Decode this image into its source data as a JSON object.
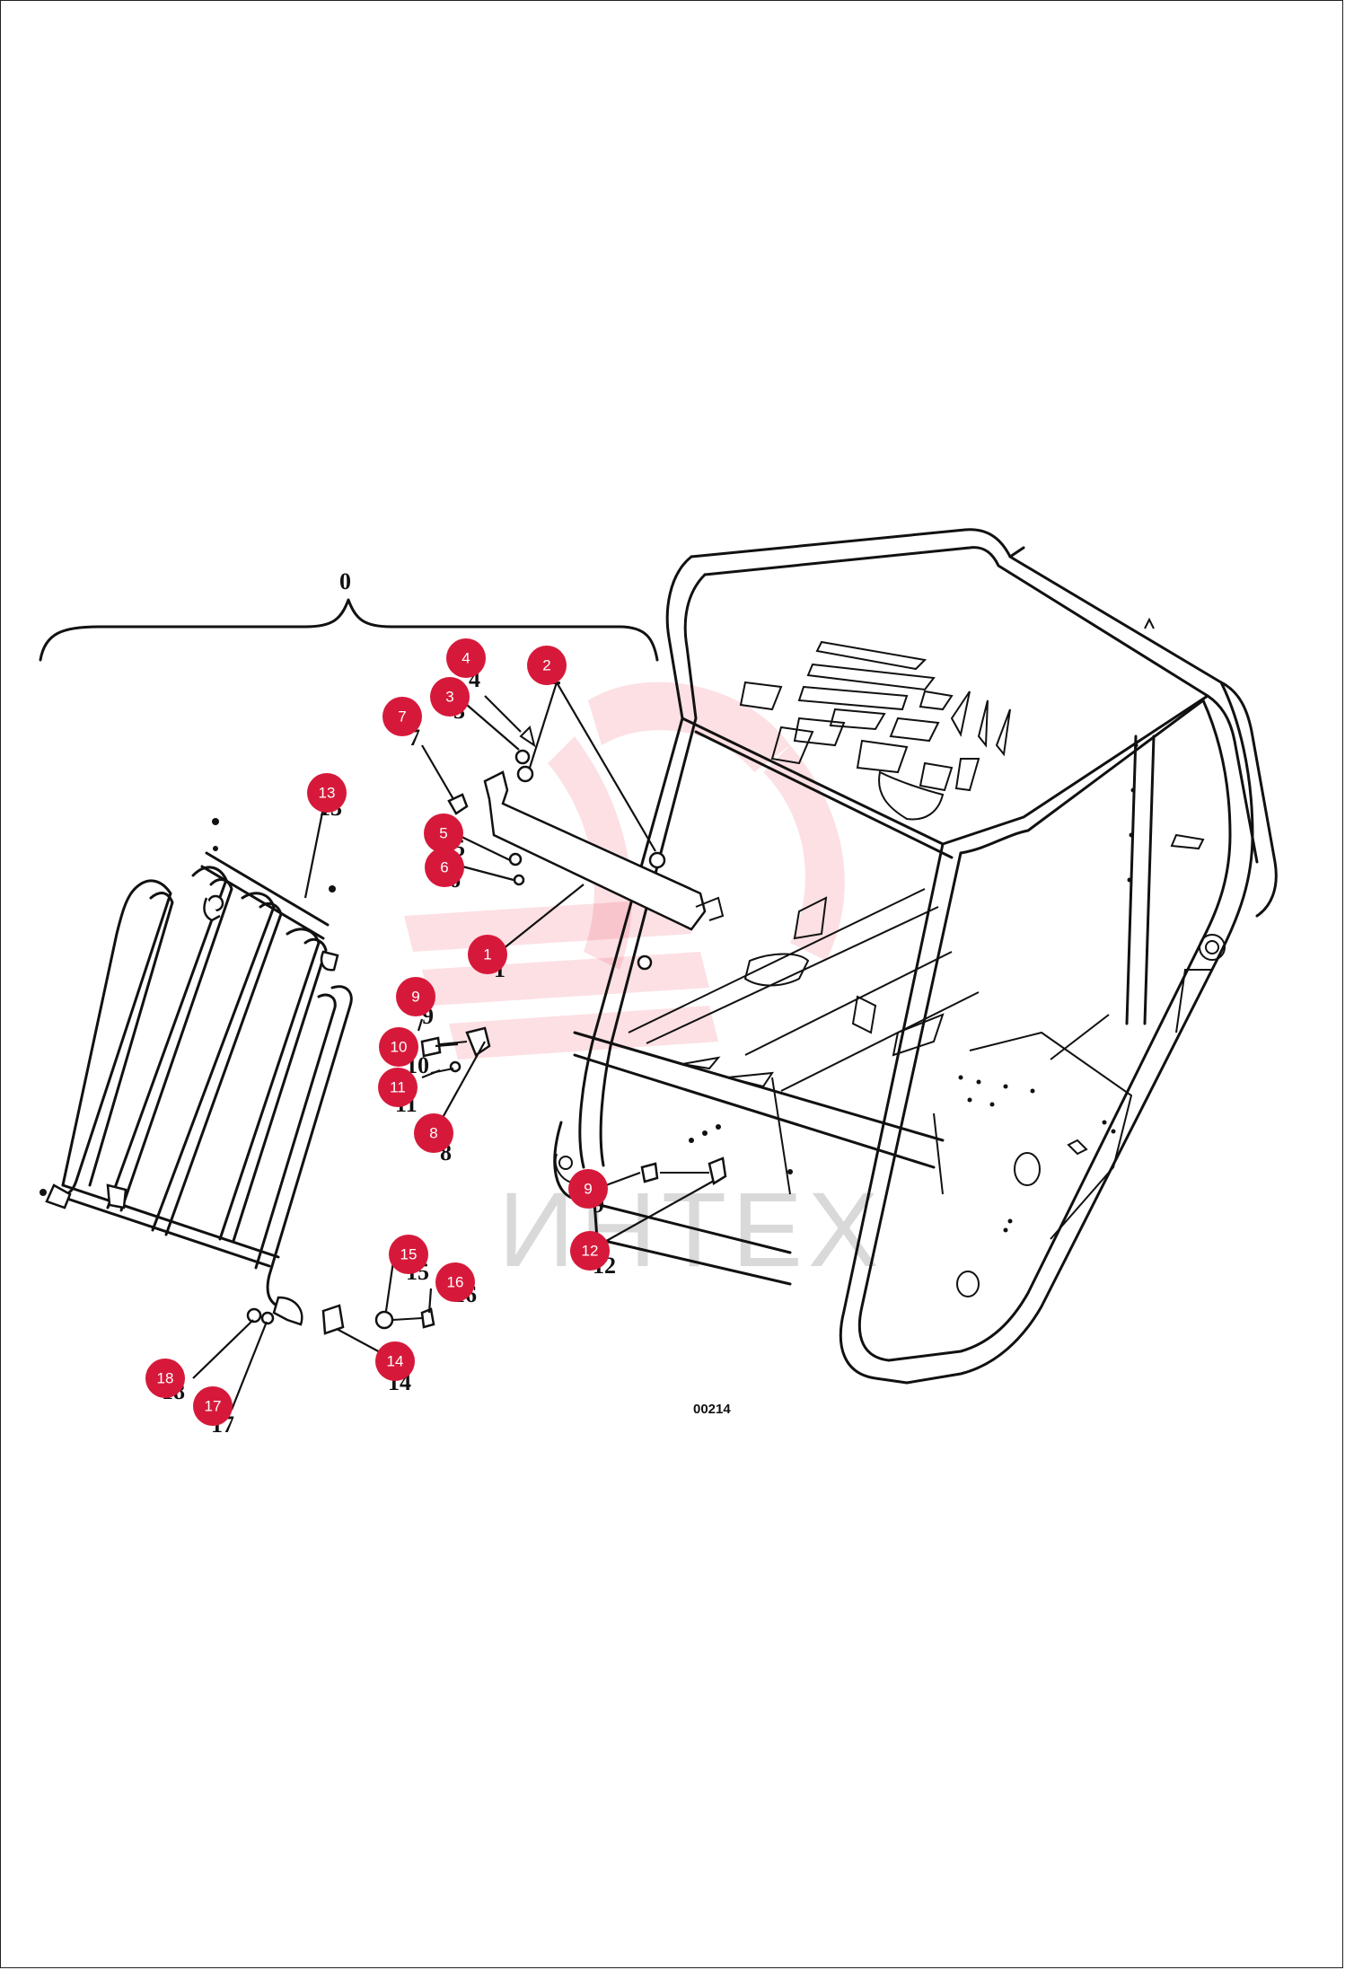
{
  "assembly_label": "0",
  "drawing_code": "00214",
  "watermark_text": "ИНТЕХ",
  "accent_color": "#d6193a",
  "callouts": [
    "1",
    "2",
    "3",
    "4",
    "5",
    "6",
    "7",
    "8",
    "9",
    "10",
    "11",
    "12",
    "13",
    "14",
    "15",
    "16",
    "17",
    "18",
    "9"
  ],
  "printed_numbers": [
    "1",
    "2",
    "3",
    "4",
    "5",
    "6",
    "7",
    "8",
    "9",
    "10",
    "11",
    "12",
    "13",
    "14",
    "15",
    "16",
    "17",
    "18",
    "9"
  ]
}
